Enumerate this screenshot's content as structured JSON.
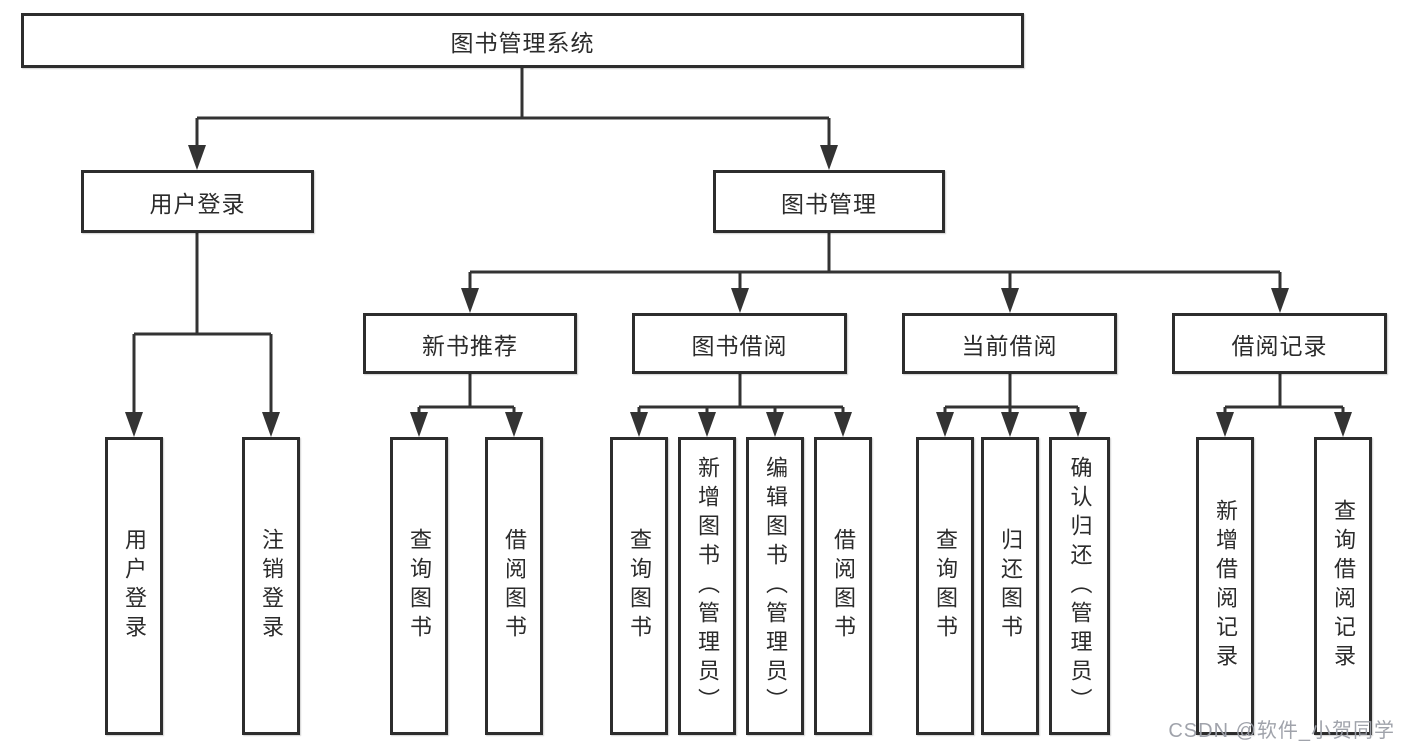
{
  "diagram": {
    "type": "hierarchy-tree",
    "root": {
      "label": "图书管理系统"
    },
    "level2": [
      {
        "label": "用户登录"
      },
      {
        "label": "图书管理"
      }
    ],
    "level3": [
      {
        "label": "新书推荐",
        "parent": "图书管理"
      },
      {
        "label": "图书借阅",
        "parent": "图书管理"
      },
      {
        "label": "当前借阅",
        "parent": "图书管理"
      },
      {
        "label": "借阅记录",
        "parent": "图书管理"
      }
    ],
    "leaves": [
      {
        "label": "用户登录",
        "parent": "用户登录"
      },
      {
        "label": "注销登录",
        "parent": "用户登录"
      },
      {
        "label": "查询图书",
        "parent": "新书推荐"
      },
      {
        "label": "借阅图书",
        "parent": "新书推荐"
      },
      {
        "label": "查询图书",
        "parent": "图书借阅"
      },
      {
        "label": "新增图书（管理员）",
        "parent": "图书借阅"
      },
      {
        "label": "编辑图书（管理员）",
        "parent": "图书借阅"
      },
      {
        "label": "借阅图书",
        "parent": "图书借阅"
      },
      {
        "label": "查询图书",
        "parent": "当前借阅"
      },
      {
        "label": "归还图书",
        "parent": "当前借阅"
      },
      {
        "label": "确认归还（管理员）",
        "parent": "当前借阅"
      },
      {
        "label": "新增借阅记录",
        "parent": "借阅记录"
      },
      {
        "label": "查询借阅记录",
        "parent": "借阅记录"
      }
    ]
  },
  "watermark": {
    "text": "CSDN @软件_小贺同学"
  },
  "colors": {
    "background": "#ffffff",
    "box_border": "#2d2d2d",
    "connector_line": "#333333",
    "text": "#2b2b2b",
    "watermark": "#9b9ea6"
  }
}
